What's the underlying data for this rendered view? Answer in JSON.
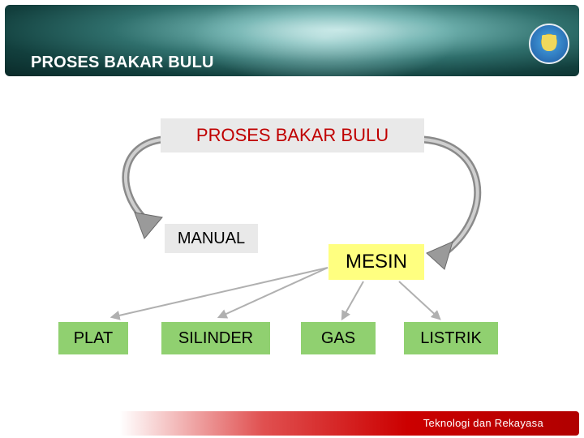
{
  "header": {
    "title": "PROSES BAKAR BULU"
  },
  "diagram": {
    "root": "PROSES BAKAR BULU",
    "manual": "MANUAL",
    "mesin": "MESIN",
    "leaves": [
      "PLAT",
      "SILINDER",
      "GAS",
      "LISTRIK"
    ]
  },
  "footer": {
    "text": "Teknologi dan Rekayasa"
  },
  "colors": {
    "title_text": "#c00000",
    "leaf_fill": "#90d070",
    "mesin_fill": "#ffff80",
    "footer_red": "#cc0000"
  },
  "icons": {
    "logo": "tut-wuri-handayani-emblem"
  }
}
